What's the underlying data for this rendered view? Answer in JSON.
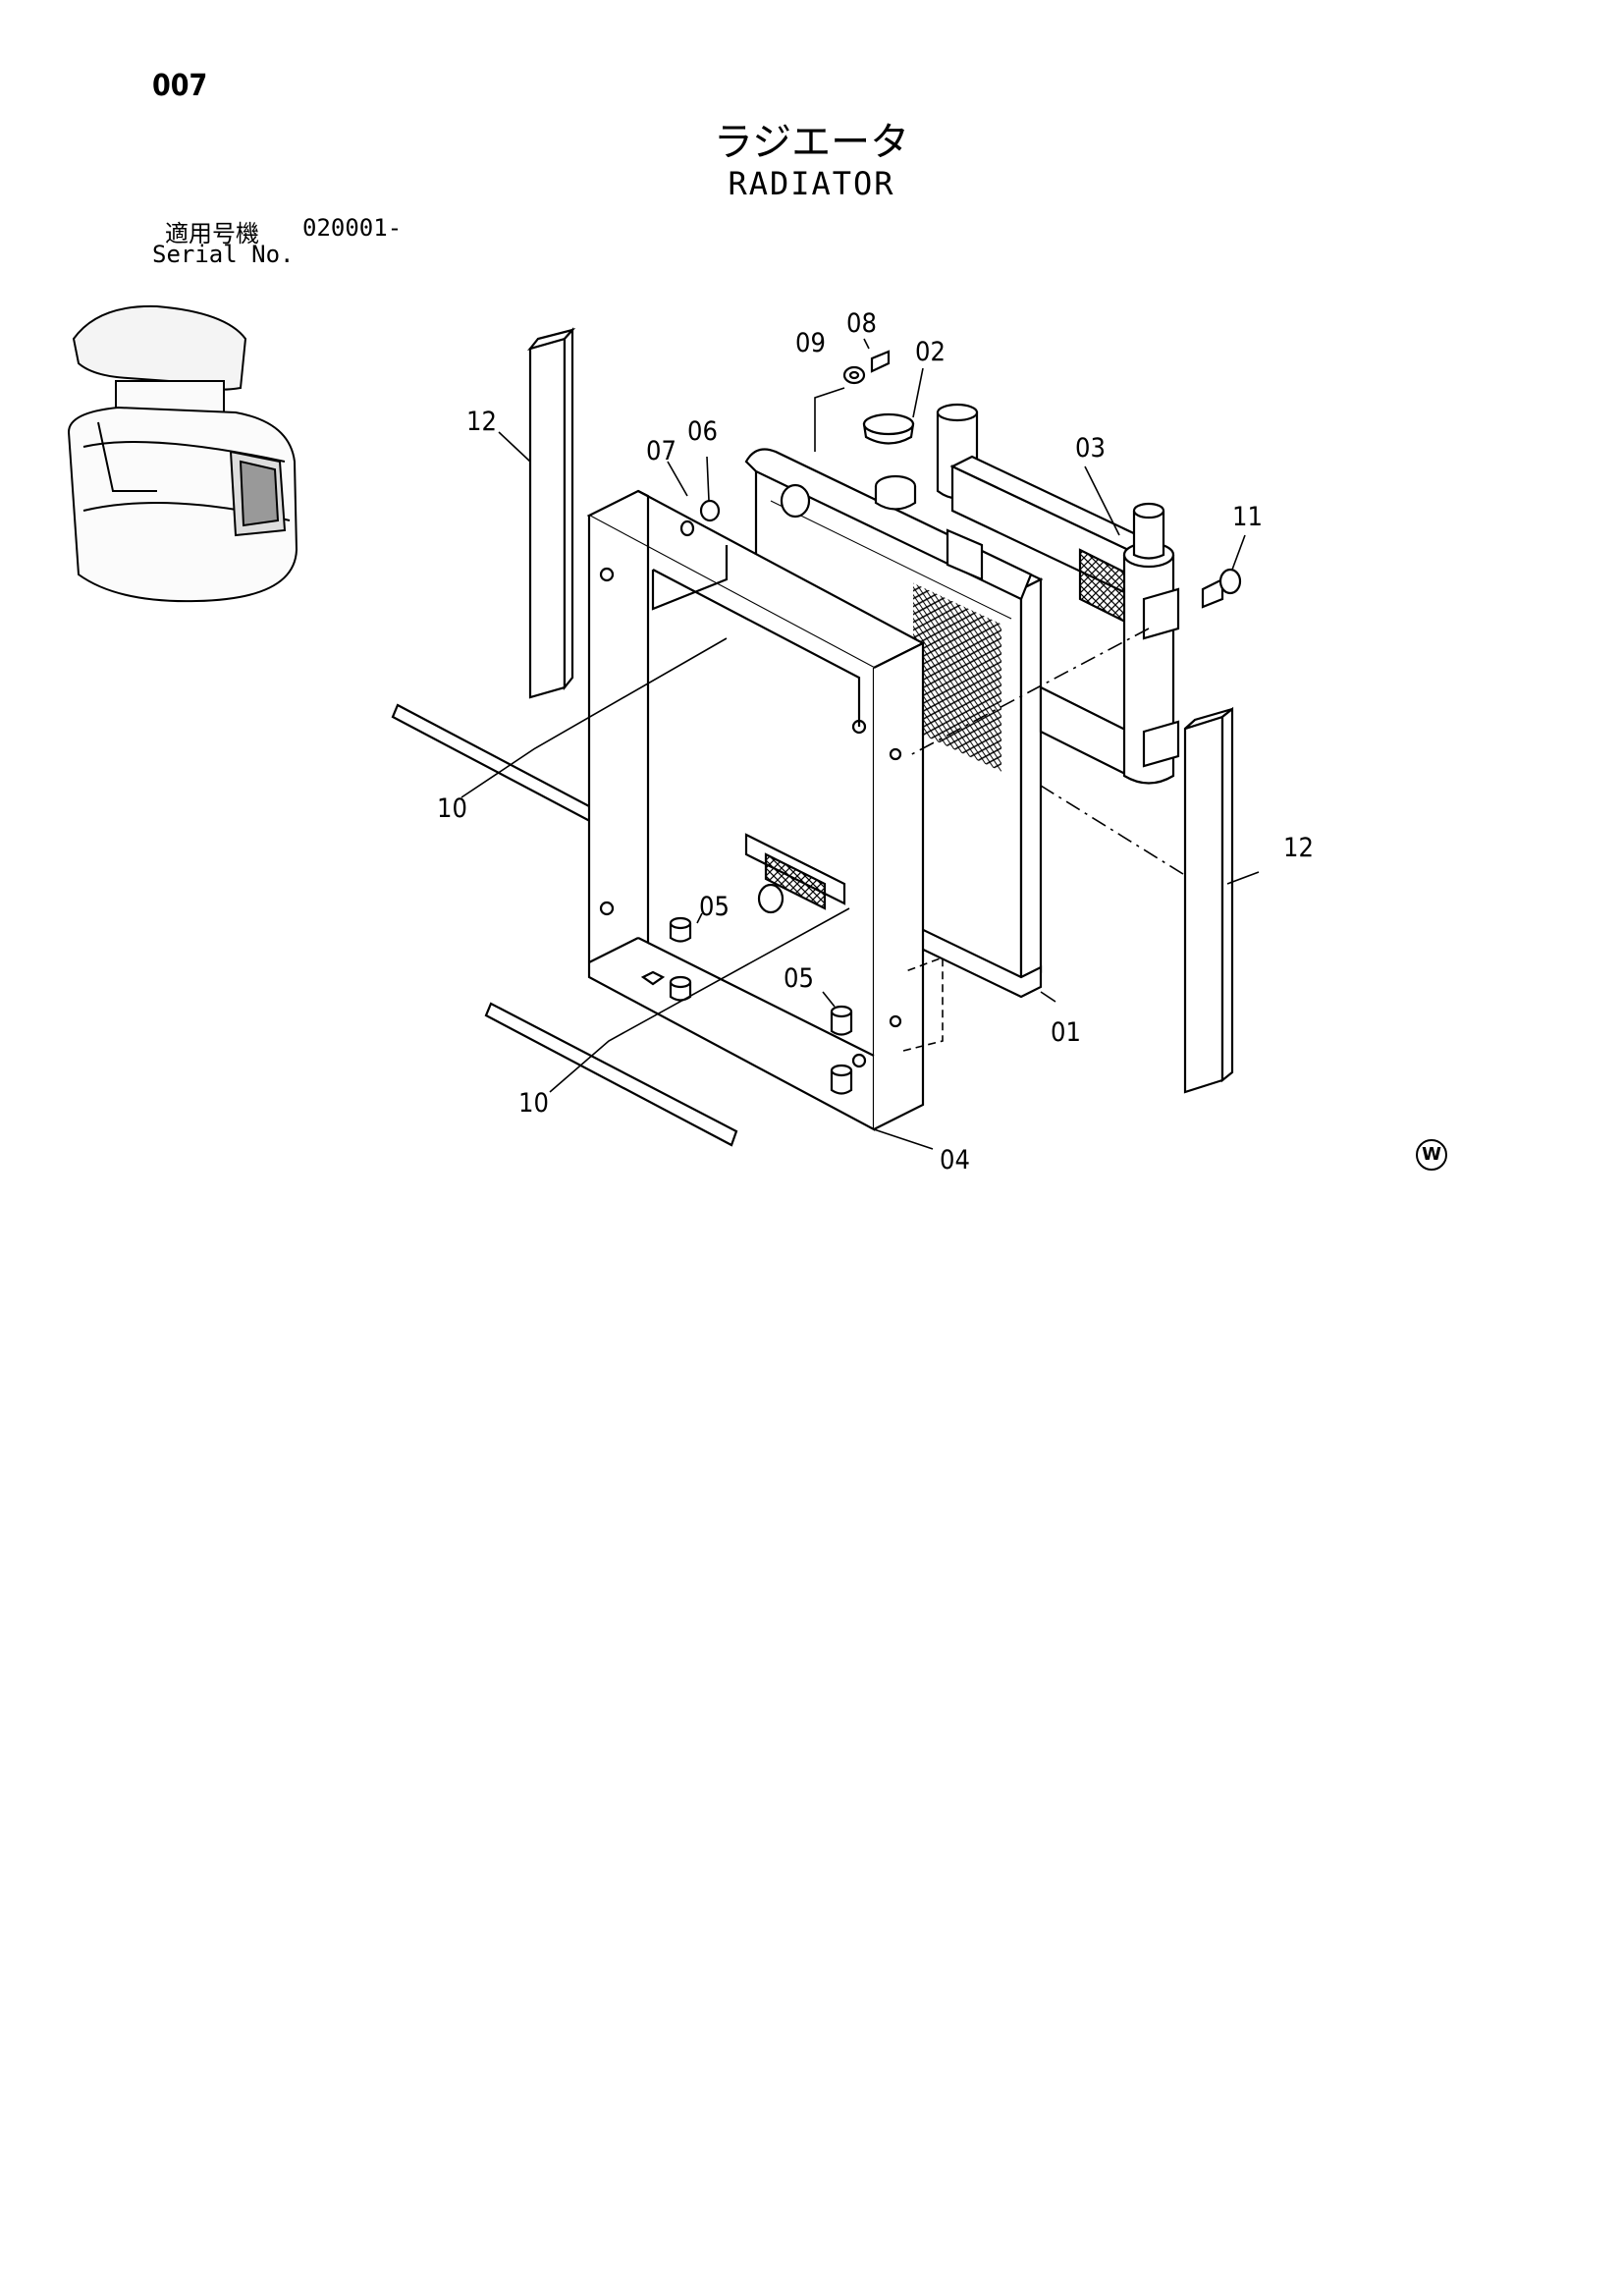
{
  "page_number": "007",
  "title_ja": "ラジエータ",
  "title_en": "RADIATOR",
  "serial": {
    "label_ja": "適用号機",
    "value": "020001-",
    "label_en": "Serial No."
  },
  "mark": "W",
  "callouts": [
    "01",
    "02",
    "03",
    "04",
    "05",
    "05",
    "06",
    "07",
    "08",
    "09",
    "10",
    "10",
    "11",
    "12",
    "12"
  ]
}
